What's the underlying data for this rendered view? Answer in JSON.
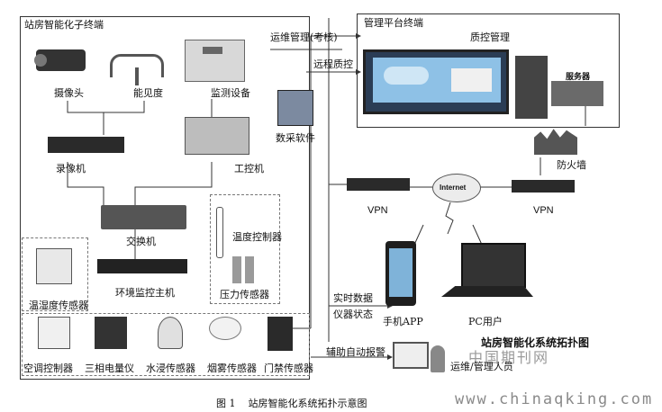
{
  "left_panel": {
    "title": "站房智能化子终端",
    "devices": {
      "camera": "摄像头",
      "visibility": "能见度",
      "monitor_equipment": "监测设备",
      "recorder": "录像机",
      "ipc": "工控机",
      "switch": "交换机",
      "temp_controller": "温度控制器",
      "env_host": "环境监控主机",
      "pressure_sensor": "压力传感器",
      "humidity_sensor": "温湿度传感器",
      "ac_controller": "空调控制器",
      "power_meter": "三相电量仪",
      "water_sensor": "水浸传感器",
      "smoke_sensor": "烟雾传感器",
      "door_sensor": "门禁传感器"
    },
    "software": "数采软件"
  },
  "right_panel": {
    "title": "管理平台终端",
    "qc": "质控管理",
    "server": "服务器",
    "firewall": "防火墙"
  },
  "links": {
    "ops": "运维管理(考核)",
    "remote_qc": "远程质控",
    "realtime": "实时数据",
    "instrument_status": "仪器状态",
    "alarm": "辅助自动报警"
  },
  "network": {
    "vpn_left": "VPN",
    "vpn_right": "VPN",
    "internet": "Internet",
    "mobile": "手机APP",
    "pc": "PC用户",
    "ops_staff": "运维/管理人员"
  },
  "watermark": {
    "title": "站房智能化系统拓扑图",
    "logo": "中国期刊网",
    "url": "www.chinaqking.com"
  },
  "caption": "图 1    站房智能化系统拓扑示意图",
  "colors": {
    "line": "#333333",
    "device_dark": "#2a2a2a",
    "screen_blue": "#7fb3d9",
    "watermark": "#9a9a9a"
  }
}
